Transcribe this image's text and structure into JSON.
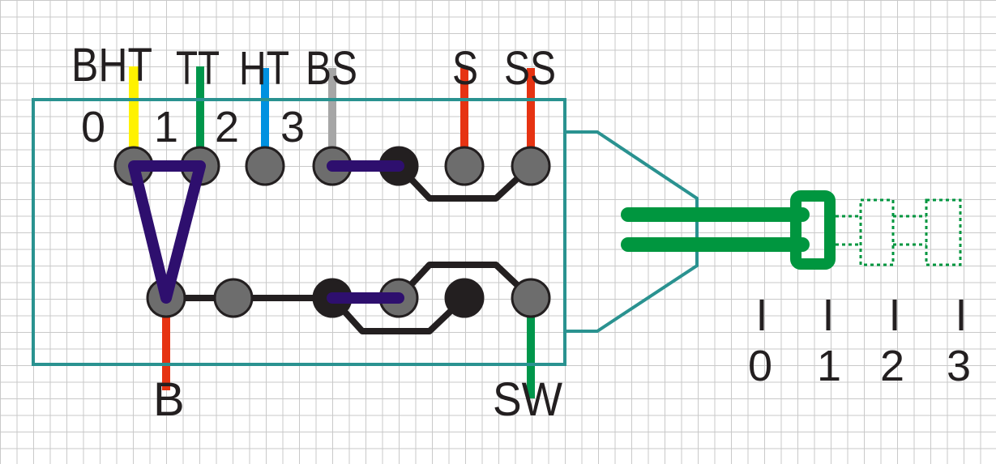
{
  "top_labels": {
    "bht": "BHT",
    "tt": "TT",
    "ht": "HT",
    "bs": "BS",
    "s": "S",
    "ss": "SS"
  },
  "position_labels": [
    "0",
    "1",
    "2",
    "3"
  ],
  "bottom_labels": {
    "b": "B",
    "sw": "SW"
  },
  "scale_labels": [
    "0",
    "1",
    "2",
    "3"
  ],
  "colors": {
    "housing": "#2a9290",
    "wire_yellow": "#fff200",
    "wire_green": "#00964b",
    "wire_blue": "#0091e0",
    "wire_grey": "#a6a6a6",
    "wire_orange": "#e63312",
    "bridge_purple": "#2e0f6e",
    "trace_black": "#231f20",
    "contact_grey": "#6d6d6d",
    "slider_green": "#00963f"
  }
}
